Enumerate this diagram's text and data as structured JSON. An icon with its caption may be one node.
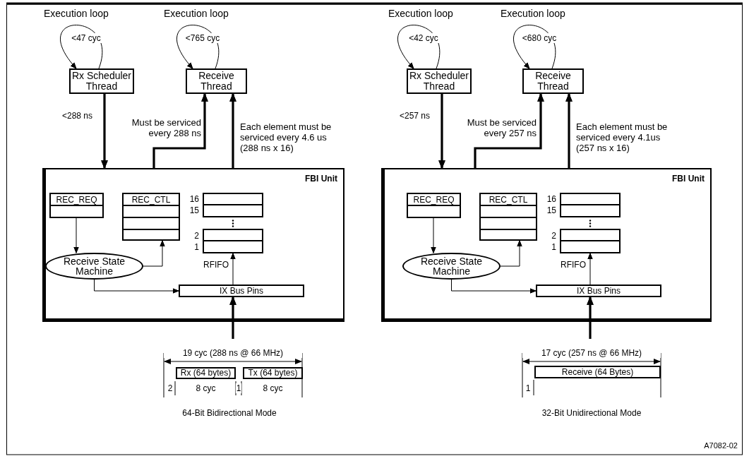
{
  "diagram": {
    "nodes": [
      {
        "text": [
          "Rx Scheduler Thread"
        ]
      },
      {
        "text": [
          "Receive Thread"
        ]
      },
      {
        "text": [
          "FBI Unit"
        ]
      },
      {
        "text": [
          "REC_REQ"
        ],
        "in": 2
      },
      {
        "text": [
          "REC_CTL"
        ],
        "in": 2
      },
      {
        "text": [],
        "shape": "box",
        "in": 2,
        "beside": [
          "16",
          "15",
          "2",
          "1",
          "RFIFO"
        ]
      },
      {
        "text": [
          "Receive State Machine"
        ],
        "in": 2
      },
      {
        "text": [
          "IX Bus Pins"
        ],
        "in": 2
      },
      {
        "text": [
          "Rx (64 bytes)"
        ],
        "beside": [
          "8 cyc"
        ]
      },
      {
        "text": [
          "Tx (64 bytes)"
        ],
        "beside": [
          "8 cyc"
        ]
      },
      {
        "text": [
          "Rx Scheduler Thread"
        ]
      },
      {
        "text": [
          "Receive Thread"
        ]
      },
      {
        "text": [
          "FBI Unit"
        ]
      },
      {
        "text": [
          "REC_REQ"
        ],
        "in": 12
      },
      {
        "text": [
          "REC_CTL"
        ],
        "in": 12
      },
      {
        "text": [],
        "shape": "box",
        "in": 12,
        "beside": [
          "16",
          "15",
          "2",
          "1",
          "RFIFO"
        ]
      },
      {
        "text": [
          "Receive State Machine"
        ],
        "in": 12
      },
      {
        "text": [
          "IX Bus Pins"
        ],
        "in": 12
      },
      {
        "text": [
          "Receive (64 Bytes)"
        ]
      }
    ],
    "edges": [
      {
        "from": 0,
        "to": 0,
        "arrow": "to",
        "label": "<47 cyc"
      },
      {
        "from": 1,
        "to": 1,
        "arrow": "to",
        "label": "<765 cyc"
      },
      {
        "from": 0,
        "to": 2,
        "arrow": "to",
        "label": "<288 ns",
        "style": "thick"
      },
      {
        "from": 2,
        "to": 1,
        "arrow": "to",
        "label": "Must be serviced every 288 ns",
        "style": "thick"
      },
      {
        "from": 2,
        "to": 1,
        "arrow": "to",
        "label": "Each element must be serviced every 4.6 us (288 ns x 16)",
        "style": "thick"
      },
      {
        "from": 3,
        "to": 6,
        "arrow": "to"
      },
      {
        "from": 6,
        "to": 4,
        "arrow": "to"
      },
      {
        "from": 6,
        "to": 7,
        "arrow": "to"
      },
      {
        "from": 7,
        "to": 5,
        "arrow": "to"
      },
      {
        "from": null,
        "to": 7,
        "arrow": "to",
        "style": "thick"
      },
      {
        "from": 10,
        "to": 10,
        "arrow": "to",
        "label": "<42 cyc"
      },
      {
        "from": 11,
        "to": 11,
        "arrow": "to",
        "label": "<680 cyc"
      },
      {
        "from": 10,
        "to": 12,
        "arrow": "to",
        "label": "<257 ns",
        "style": "thick"
      },
      {
        "from": 12,
        "to": 11,
        "arrow": "to",
        "label": "Must be serviced every 257 ns",
        "style": "thick"
      },
      {
        "from": 12,
        "to": 11,
        "arrow": "to",
        "label": "Each element must be serviced every 4.1us (257 ns x 16)",
        "style": "thick"
      },
      {
        "from": 13,
        "to": 16,
        "arrow": "to"
      },
      {
        "from": 16,
        "to": 14,
        "arrow": "to"
      },
      {
        "from": 16,
        "to": 17,
        "arrow": "to"
      },
      {
        "from": 17,
        "to": 15,
        "arrow": "to"
      },
      {
        "from": null,
        "to": 17,
        "arrow": "to",
        "style": "thick"
      }
    ],
    "labels": [
      "Execution loop",
      "Execution loop",
      "Execution loop",
      "Execution loop",
      "19 cyc (288 ns @ 66 MHz)",
      "2",
      "1",
      "64-Bit Bidirectional Mode",
      "17 cyc (257 ns @ 66 MHz)",
      "1",
      "32-Bit Unidirectional Mode",
      "A7082-02"
    ]
  }
}
